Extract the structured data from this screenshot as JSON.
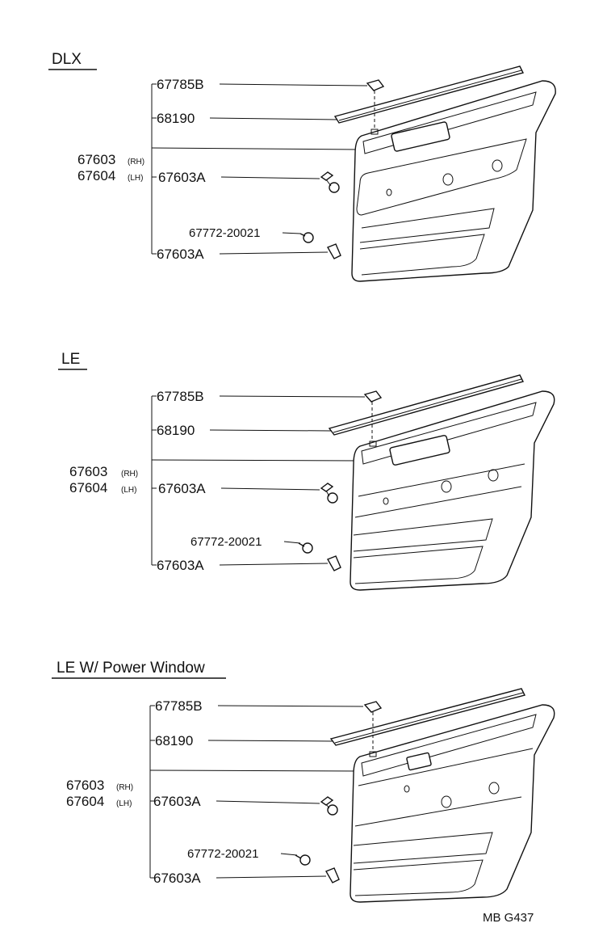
{
  "sections": [
    {
      "title": "DLX",
      "parts": {
        "clip_b": "67785B",
        "strip": "68190",
        "panel_rh": "67603",
        "panel_rh_side": "(RH)",
        "panel_lh": "67604",
        "panel_lh_side": "(LH)",
        "clip_a_upper": "67603A",
        "screw": "67772-20021",
        "clip_a_lower": "67603A"
      }
    },
    {
      "title": "LE",
      "parts": {
        "clip_b": "67785B",
        "strip": "68190",
        "panel_rh": "67603",
        "panel_rh_side": "(RH)",
        "panel_lh": "67604",
        "panel_lh_side": "(LH)",
        "clip_a_upper": "67603A",
        "screw": "67772-20021",
        "clip_a_lower": "67603A"
      }
    },
    {
      "title": "LE  W/ Power Window",
      "parts": {
        "clip_b": "67785B",
        "strip": "68190",
        "panel_rh": "67603",
        "panel_rh_side": "(RH)",
        "panel_lh": "67604",
        "panel_lh_side": "(LH)",
        "clip_a_upper": "67603A",
        "screw": "67772-20021",
        "clip_a_lower": "67603A"
      }
    }
  ],
  "reference": "MB  G437"
}
